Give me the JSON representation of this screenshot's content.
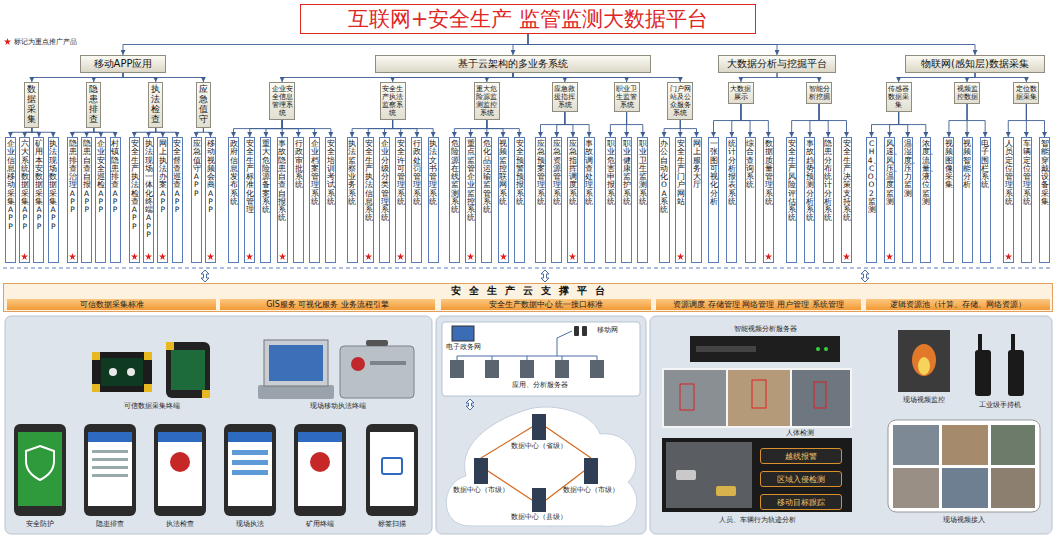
{
  "diagram": {
    "nodes": [
      {
        "text": [
          "互联网+安全生产 监管监测大数据平台"
        ]
      },
      {
        "text": [
          "移动APP应用"
        ]
      },
      {
        "text": [
          "基于云架构的多业务系统"
        ]
      },
      {
        "text": [
          "大数据分析与挖掘平台"
        ]
      },
      {
        "text": [
          "物联网(感知层)数据采集"
        ]
      },
      {
        "text": [
          "数据采集"
        ]
      },
      {
        "text": [
          "隐患排查"
        ]
      },
      {
        "text": [
          "执法检查"
        ]
      },
      {
        "text": [
          "应急值守"
        ]
      },
      {
        "text": [
          "企业安全信息管理系统"
        ]
      },
      {
        "text": [
          "安全生产执法监察系统"
        ]
      },
      {
        "text": [
          "重大危险源监测监控系统"
        ]
      },
      {
        "text": [
          "应急救援指挥系统"
        ]
      },
      {
        "text": [
          "职业卫生监管系统"
        ]
      },
      {
        "text": [
          "门户网站及公众服务系统"
        ]
      },
      {
        "text": [
          "大数据展示"
        ]
      },
      {
        "text": [
          "智能分析挖掘"
        ]
      },
      {
        "text": [
          "传感器数据采集"
        ]
      },
      {
        "text": [
          "视频监控数据"
        ]
      },
      {
        "text": [
          "定位数据采集"
        ]
      },
      {
        "text": [
          "企业信息移动采集APP"
        ]
      },
      {
        "text": [
          "六大系统数据采集APP"
        ]
      },
      {
        "text": [
          "矿用本安数据采集APP"
        ]
      },
      {
        "text": [
          "执法现场数据采集APP"
        ]
      },
      {
        "text": [
          "隐患排查治理APP"
        ]
      },
      {
        "text": [
          "隐患自查自报APP"
        ]
      },
      {
        "text": [
          "企业安全巡检APP"
        ]
      },
      {
        "text": [
          "村镇隐患排查APP"
        ]
      },
      {
        "text": [
          "安全生产执法检查APP"
        ]
      },
      {
        "text": [
          "执法现场一体化终端APP"
        ]
      },
      {
        "text": [
          "网上执法办案APP"
        ]
      },
      {
        "text": [
          "安全督查巡查APP"
        ]
      },
      {
        "text": [
          "应急值守APP"
        ]
      },
      {
        "text": [
          "移动视频会商APP"
        ]
      },
      {
        "text": [
          "政府信息发布系统"
        ]
      },
      {
        "text": [
          "安全生产标准化管理"
        ]
      },
      {
        "text": [
          "重大危险源备案系统"
        ]
      },
      {
        "text": [
          "事故隐患自查自报系统"
        ]
      },
      {
        "text": [
          "行政审批系统"
        ]
      },
      {
        "text": [
          "企业档案管理系统"
        ]
      },
      {
        "text": [
          "安全培训考试系统"
        ]
      },
      {
        "text": [
          "执法监察业务系统"
        ]
      },
      {
        "text": [
          "安全生产执法信息系统"
        ]
      },
      {
        "text": [
          "企业分级分类管理系统"
        ]
      },
      {
        "text": [
          "安全许可管理系统"
        ]
      },
      {
        "text": [
          "行政处罚管理系统"
        ]
      },
      {
        "text": [
          "执法文书管理系统"
        ]
      },
      {
        "text": [
          "危险源在线监测系统"
        ]
      },
      {
        "text": [
          "重点监管企业监控系统"
        ]
      },
      {
        "text": [
          "危化品运输监管系统"
        ]
      },
      {
        "text": [
          "视频监控联网系统"
        ]
      },
      {
        "text": [
          "安全预警预报系统"
        ]
      },
      {
        "text": [
          "应急预案管理系统"
        ]
      },
      {
        "text": [
          "应急资源管理系统"
        ]
      },
      {
        "text": [
          "应急指挥调度系统"
        ]
      },
      {
        "text": [
          "事故调查处理系统"
        ]
      },
      {
        "text": [
          "职业危害申报系统"
        ]
      },
      {
        "text": [
          "职业健康监护系统"
        ]
      },
      {
        "text": [
          "职业卫生监测系统"
        ]
      },
      {
        "text": [
          "办公自动化OA系统"
        ]
      },
      {
        "text": [
          "安全生产门户网站"
        ]
      },
      {
        "text": [
          "网上服务大厅"
        ]
      },
      {
        "text": [
          "一张图可视化分析"
        ]
      },
      {
        "text": [
          "统计分析报表系统"
        ]
      },
      {
        "text": [
          "综合查询系统"
        ]
      },
      {
        "text": [
          "数据质量管理系统"
        ]
      },
      {
        "text": [
          "安全生产风险评估系统"
        ]
      },
      {
        "text": [
          "事故趋势预测分析系统"
        ]
      },
      {
        "text": [
          "隐患分布统计分析系统"
        ]
      },
      {
        "text": [
          "安全生产决策支持系统"
        ]
      },
      {
        "text": [
          "CH4、CO、O2监测"
        ]
      },
      {
        "text": [
          "风速、风压、温度监测"
        ]
      },
      {
        "text": [
          "温湿度、压力监测"
        ]
      },
      {
        "text": [
          "浓度、流量、液位监测"
        ]
      },
      {
        "text": [
          "视频图像采集"
        ]
      },
      {
        "text": [
          "视频智能分析"
        ]
      },
      {
        "text": [
          "电子围栏系统"
        ]
      },
      {
        "text": [
          "人员定位管理系统"
        ]
      },
      {
        "text": [
          "车辆定位管理系统"
        ]
      },
      {
        "text": [
          "智能穿戴设备采集"
        ]
      },
      {
        "text": [
          "安全生产云支撑平台"
        ]
      },
      {
        "text": [
          "可信数据采集标准"
        ],
        "in": 80
      },
      {
        "text": [
          "GIS服务 可视化服务 业务流程引擎"
        ],
        "in": 80
      },
      {
        "text": [
          "安全生产数据中心 统一接口标准"
        ],
        "in": 80
      },
      {
        "text": [
          "资源调度 存储管理 网络管理 用户管理 系统管理"
        ],
        "in": 80
      },
      {
        "text": [
          "逻辑资源池（计算、存储、网络资源）"
        ],
        "in": 80
      },
      {
        "text": [
          "越线报警"
        ]
      },
      {
        "text": [
          "区域入侵检测"
        ]
      },
      {
        "text": [
          "移动目标跟踪"
        ]
      }
    ],
    "edges": [
      {
        "from": 0,
        "to": 1,
        "arrow": "to"
      },
      {
        "from": 0,
        "to": 2,
        "arrow": "to"
      },
      {
        "from": 0,
        "to": 3,
        "arrow": "to"
      },
      {
        "from": 0,
        "to": 4,
        "arrow": "to"
      },
      {
        "from": 1,
        "to": 5,
        "arrow": "to"
      },
      {
        "from": 1,
        "to": 6,
        "arrow": "to"
      },
      {
        "from": 1,
        "to": 7,
        "arrow": "to"
      },
      {
        "from": 1,
        "to": 8,
        "arrow": "to"
      },
      {
        "from": 2,
        "to": 9,
        "arrow": "to"
      },
      {
        "from": 2,
        "to": 10,
        "arrow": "to"
      },
      {
        "from": 2,
        "to": 11,
        "arrow": "to"
      },
      {
        "from": 2,
        "to": 12,
        "arrow": "to"
      },
      {
        "from": 2,
        "to": 13,
        "arrow": "to"
      },
      {
        "from": 2,
        "to": 14,
        "arrow": "to"
      },
      {
        "from": 3,
        "to": 15,
        "arrow": "to"
      },
      {
        "from": 3,
        "to": 16,
        "arrow": "to"
      },
      {
        "from": 4,
        "to": 17,
        "arrow": "to"
      },
      {
        "from": 4,
        "to": 18,
        "arrow": "to"
      },
      {
        "from": 4,
        "to": 19,
        "arrow": "to"
      },
      {
        "from": 5,
        "to": 20,
        "arrow": "to"
      },
      {
        "from": 5,
        "to": 21,
        "arrow": "to"
      },
      {
        "from": 5,
        "to": 22,
        "arrow": "to"
      },
      {
        "from": 5,
        "to": 23,
        "arrow": "to"
      },
      {
        "from": 6,
        "to": 24,
        "arrow": "to"
      },
      {
        "from": 6,
        "to": 25,
        "arrow": "to"
      },
      {
        "from": 6,
        "to": 26,
        "arrow": "to"
      },
      {
        "from": 6,
        "to": 27,
        "arrow": "to"
      },
      {
        "from": 7,
        "to": 28,
        "arrow": "to"
      },
      {
        "from": 7,
        "to": 29,
        "arrow": "to"
      },
      {
        "from": 7,
        "to": 30,
        "arrow": "to"
      },
      {
        "from": 7,
        "to": 31,
        "arrow": "to"
      },
      {
        "from": 8,
        "to": 32,
        "arrow": "to"
      },
      {
        "from": 8,
        "to": 33,
        "arrow": "to"
      },
      {
        "from": 9,
        "to": 34,
        "arrow": "to"
      },
      {
        "from": 9,
        "to": 35,
        "arrow": "to"
      },
      {
        "from": 9,
        "to": 36,
        "arrow": "to"
      },
      {
        "from": 9,
        "to": 37,
        "arrow": "to"
      },
      {
        "from": 9,
        "to": 38,
        "arrow": "to"
      },
      {
        "from": 9,
        "to": 39,
        "arrow": "to"
      },
      {
        "from": 9,
        "to": 40,
        "arrow": "to"
      },
      {
        "from": 10,
        "to": 41,
        "arrow": "to"
      },
      {
        "from": 10,
        "to": 42,
        "arrow": "to"
      },
      {
        "from": 10,
        "to": 43,
        "arrow": "to"
      },
      {
        "from": 10,
        "to": 44,
        "arrow": "to"
      },
      {
        "from": 10,
        "to": 45,
        "arrow": "to"
      },
      {
        "from": 10,
        "to": 46,
        "arrow": "to"
      },
      {
        "from": 11,
        "to": 47,
        "arrow": "to"
      },
      {
        "from": 11,
        "to": 48,
        "arrow": "to"
      },
      {
        "from": 11,
        "to": 49,
        "arrow": "to"
      },
      {
        "from": 11,
        "to": 50,
        "arrow": "to"
      },
      {
        "from": 11,
        "to": 51,
        "arrow": "to"
      },
      {
        "from": 12,
        "to": 52,
        "arrow": "to"
      },
      {
        "from": 12,
        "to": 53,
        "arrow": "to"
      },
      {
        "from": 12,
        "to": 54,
        "arrow": "to"
      },
      {
        "from": 12,
        "to": 55,
        "arrow": "to"
      },
      {
        "from": 13,
        "to": 56,
        "arrow": "to"
      },
      {
        "from": 13,
        "to": 57,
        "arrow": "to"
      },
      {
        "from": 13,
        "to": 58,
        "arrow": "to"
      },
      {
        "from": 14,
        "to": 59,
        "arrow": "to"
      },
      {
        "from": 14,
        "to": 60,
        "arrow": "to"
      },
      {
        "from": 14,
        "to": 61,
        "arrow": "to"
      },
      {
        "from": 15,
        "to": 62,
        "arrow": "to"
      },
      {
        "from": 15,
        "to": 63,
        "arrow": "to"
      },
      {
        "from": 15,
        "to": 64,
        "arrow": "to"
      },
      {
        "from": 15,
        "to": 65,
        "arrow": "to"
      },
      {
        "from": 16,
        "to": 66,
        "arrow": "to"
      },
      {
        "from": 16,
        "to": 67,
        "arrow": "to"
      },
      {
        "from": 16,
        "to": 68,
        "arrow": "to"
      },
      {
        "from": 16,
        "to": 69,
        "arrow": "to"
      },
      {
        "from": 17,
        "to": 70,
        "arrow": "to"
      },
      {
        "from": 17,
        "to": 71,
        "arrow": "to"
      },
      {
        "from": 17,
        "to": 72,
        "arrow": "to"
      },
      {
        "from": 17,
        "to": 73,
        "arrow": "to"
      },
      {
        "from": 18,
        "to": 74,
        "arrow": "to"
      },
      {
        "from": 18,
        "to": 75,
        "arrow": "to"
      },
      {
        "from": 18,
        "to": 76,
        "arrow": "to"
      },
      {
        "from": 19,
        "to": 77,
        "arrow": "to"
      },
      {
        "from": 19,
        "to": 78,
        "arrow": "to"
      },
      {
        "from": 19,
        "to": 79,
        "arrow": "to"
      }
    ],
    "labels": [
      "可信数据采集终端",
      "现场移动执法终端",
      "安全防护",
      "隐患排查",
      "执法检查",
      "现场执法",
      "矿用终端",
      "标签扫描",
      "电子政务网",
      "移动网",
      "应用、分析服务器",
      "数据中心（省级）",
      "数据中心（市级）",
      "数据中心（市级）",
      "数据中心（县级）",
      "智能视频分析服务器",
      "人体检测",
      "人员、车辆行为轨迹分析",
      "现场视频监控",
      "工业级手持机",
      "现场视频接入"
    ],
    "legend": [
      {
        "text": "标记为重点推广产品"
      }
    ]
  }
}
